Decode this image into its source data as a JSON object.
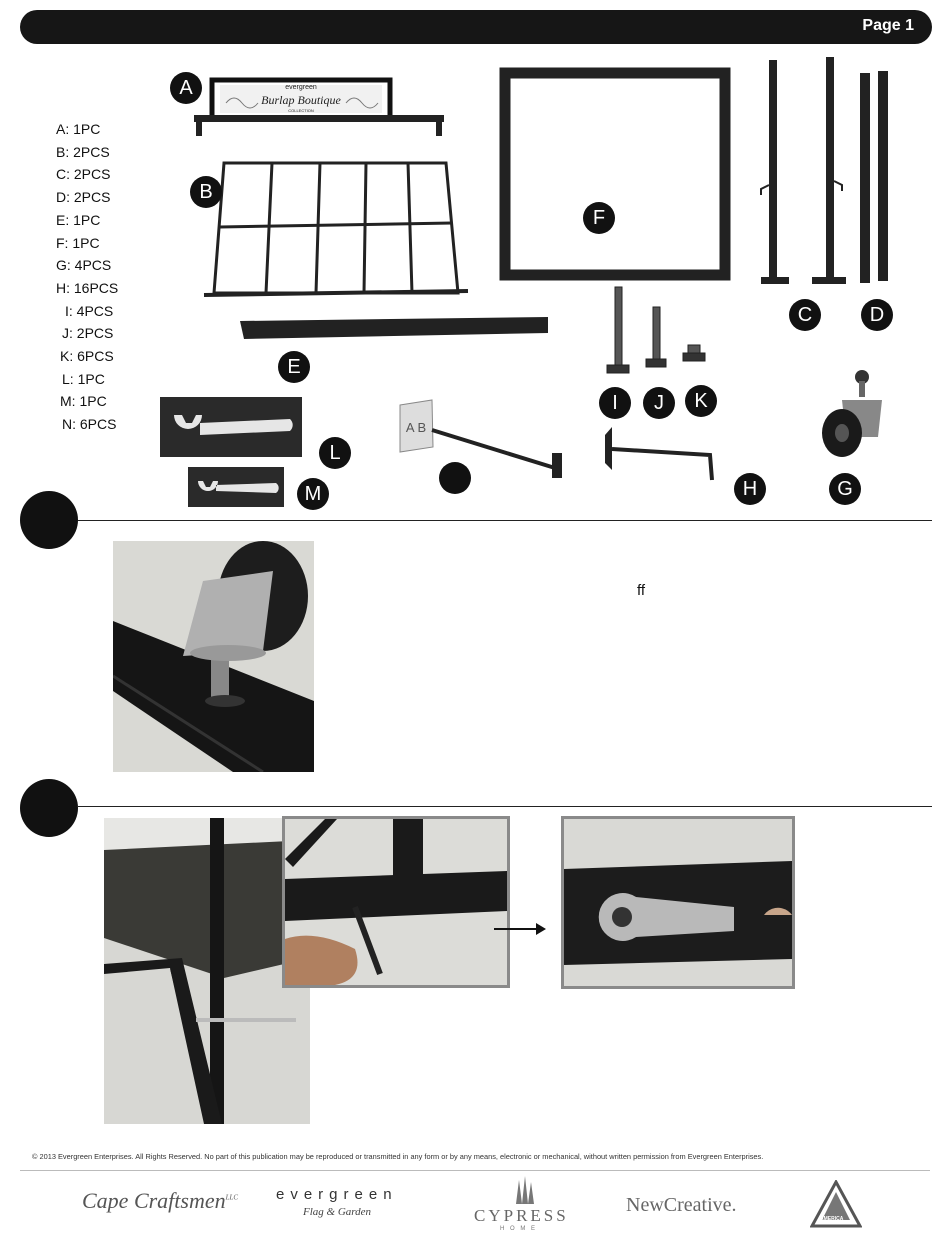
{
  "header": {
    "page_label": "Page 1"
  },
  "parts_list": [
    "A: 1PC",
    "B: 2PCS",
    "C: 2PCS",
    "D: 2PCS",
    "E: 1PC",
    "F: 1PC",
    "G: 4PCS",
    "H: 16PCS",
    "I: 4PCS",
    "J: 2PCS",
    "K: 6PCS",
    "L: 1PC",
    "M: 1PC",
    "N: 6PCS"
  ],
  "part_labels": {
    "A": "A",
    "B": "B",
    "C": "C",
    "D": "D",
    "E": "E",
    "F": "F",
    "G": "G",
    "H": "H",
    "I": "I",
    "J": "J",
    "K": "K",
    "L": "L",
    "M": "M"
  },
  "sign_panel": {
    "brand": "evergreen",
    "title": "Burlap Boutique",
    "subtitle": "COLLECTION"
  },
  "part_n_plate": "A B",
  "step1": {
    "note": "ff"
  },
  "footer": {
    "copyright": "© 2013 Evergreen Enterprises. All Rights Reserved. No part of this publication may be reproduced or transmitted in any form or by any means, electronic or mechanical, without written permission from Evergreen Enterprises.",
    "logos": {
      "cape": "Cape Craftsmen",
      "cape_mark": "LLC",
      "evergreen": "evergreen",
      "evergreen_sub": "Flag & Garden",
      "cypress": "CYPRESS",
      "cypress_sub": "H O M E",
      "newcreative": "NewCreative.",
      "america": "AMERICA"
    }
  },
  "colors": {
    "header": "#161616",
    "metal": "#2a2a2a",
    "photo_bg": "#cfcfcf"
  }
}
